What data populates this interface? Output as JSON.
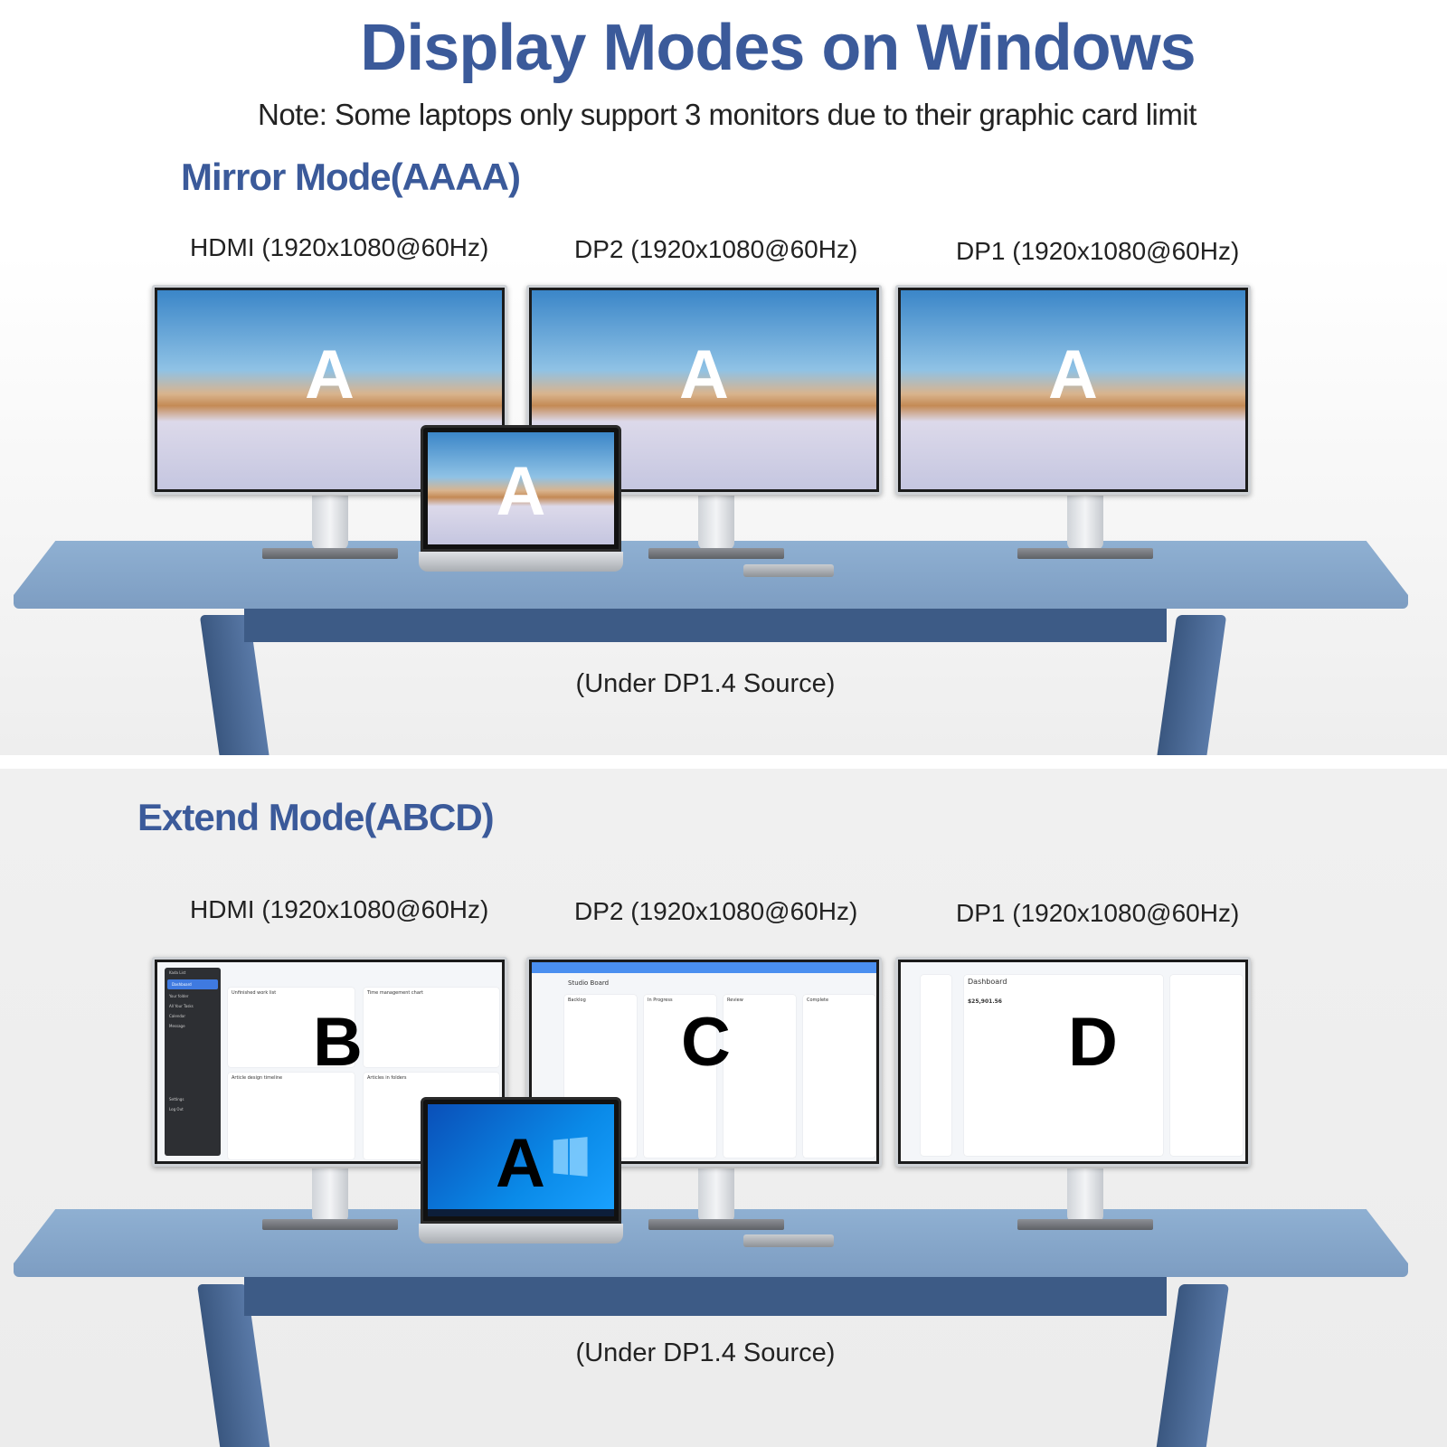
{
  "title": "Display Modes on Windows",
  "note": "Note: Some laptops only support 3 monitors due to their graphic card limit",
  "mirror": {
    "heading": "Mirror Mode(AAAA)",
    "ports": [
      "HDMI (1920x1080@60Hz)",
      "DP2 (1920x1080@60Hz)",
      "DP1 (1920x1080@60Hz)"
    ],
    "screens": [
      "A",
      "A",
      "A"
    ],
    "laptop": "A",
    "source": "(Under DP1.4 Source)"
  },
  "extend": {
    "heading": "Extend Mode(ABCD)",
    "ports": [
      "HDMI (1920x1080@60Hz)",
      "DP2 (1920x1080@60Hz)",
      "DP1 (1920x1080@60Hz)"
    ],
    "screens": [
      "B",
      "C",
      "D"
    ],
    "laptop": "A",
    "source": "(Under DP1.4 Source)",
    "screen_b": {
      "app": "Kada List",
      "nav": [
        "Dashboard",
        "Your folder",
        "All Your Tasks",
        "Calendar",
        "Message",
        "Settings",
        "Log Out"
      ],
      "cards": [
        "Unfinished work list",
        "Time management chart",
        "Article design timeline",
        "Articles in folders"
      ]
    },
    "screen_c": {
      "board": "Studio Board",
      "columns": [
        "Backlog",
        "In Progress",
        "Review",
        "Complete"
      ]
    },
    "screen_d": {
      "title": "Dashboard",
      "amount": "$25,901.56"
    }
  },
  "colors": {
    "heading": "#3b5a9a",
    "desk": "#87a7ca",
    "desk_frame": "#3d5b86"
  }
}
